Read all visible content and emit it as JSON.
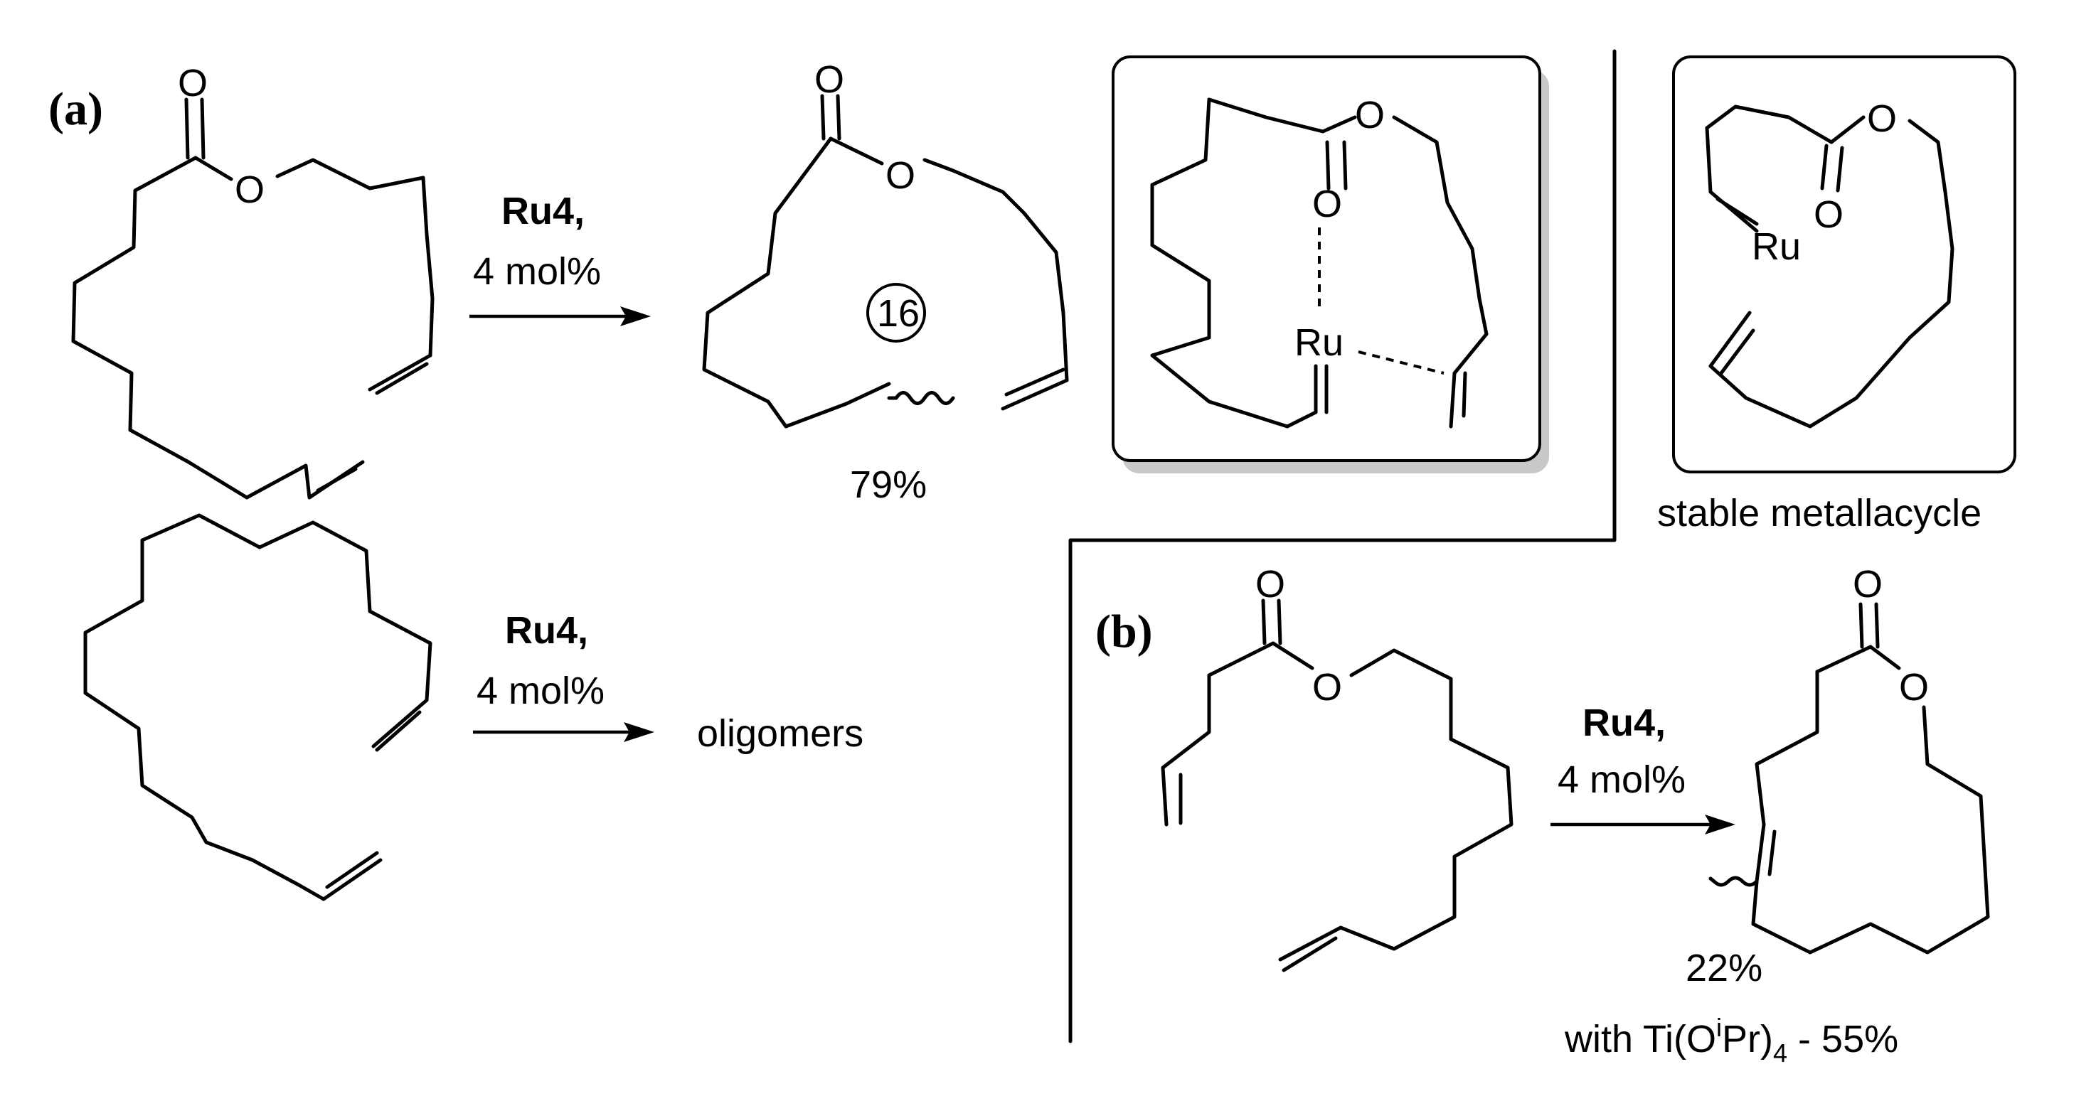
{
  "panels": {
    "a": {
      "label": "(a)"
    },
    "b": {
      "label": "(b)"
    }
  },
  "atoms": {
    "oxygen": "O",
    "ruthenium": "Ru"
  },
  "reactions": {
    "a1": {
      "catalyst": "Ru4,",
      "loading": "4 mol%",
      "yield": "79%",
      "ring_size": "16"
    },
    "a2": {
      "catalyst": "Ru4,",
      "loading": "4 mol%",
      "product": "oligomers"
    },
    "b": {
      "catalyst": "Ru4,",
      "loading": "4 mol%",
      "yield": "22%",
      "note_prefix": "with Ti(O",
      "note_sup": "i",
      "note_mid": "Pr)",
      "note_sub": "4",
      "note_suffix": " - 55%"
    }
  },
  "metallacycle": {
    "caption": "stable metallacycle"
  }
}
